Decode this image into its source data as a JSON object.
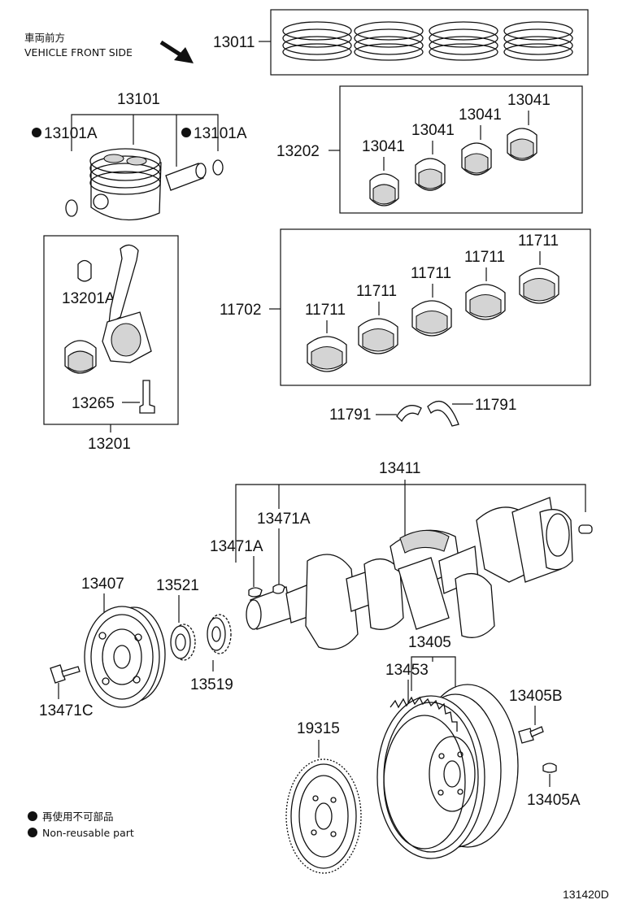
{
  "header": {
    "front_jp": "車両前方",
    "front_en": "VEHICLE FRONT SIDE"
  },
  "parts": {
    "p13011": "13011",
    "p13101": "13101",
    "p13101A_left": "13101A",
    "p13101A_right": "13101A",
    "p13202": "13202",
    "p13041_1": "13041",
    "p13041_2": "13041",
    "p13041_3": "13041",
    "p13041_4": "13041",
    "p13201A": "13201A",
    "p13265": "13265",
    "p13201": "13201",
    "p11702": "11702",
    "p11711_1": "11711",
    "p11711_2": "11711",
    "p11711_3": "11711",
    "p11711_4": "11711",
    "p11711_5": "11711",
    "p11791_left": "11791",
    "p11791_right": "11791",
    "p13411": "13411",
    "p13471A_upper": "13471A",
    "p13471A_lower": "13471A",
    "p13407": "13407",
    "p13521": "13521",
    "p13519": "13519",
    "p13471C": "13471C",
    "p13405": "13405",
    "p13453": "13453",
    "p13405B": "13405B",
    "p19315": "19315",
    "p13405A": "13405A"
  },
  "legend": {
    "jp": "再使用不可部品",
    "en": "Non-reusable part"
  },
  "diagram_code": "131420D"
}
